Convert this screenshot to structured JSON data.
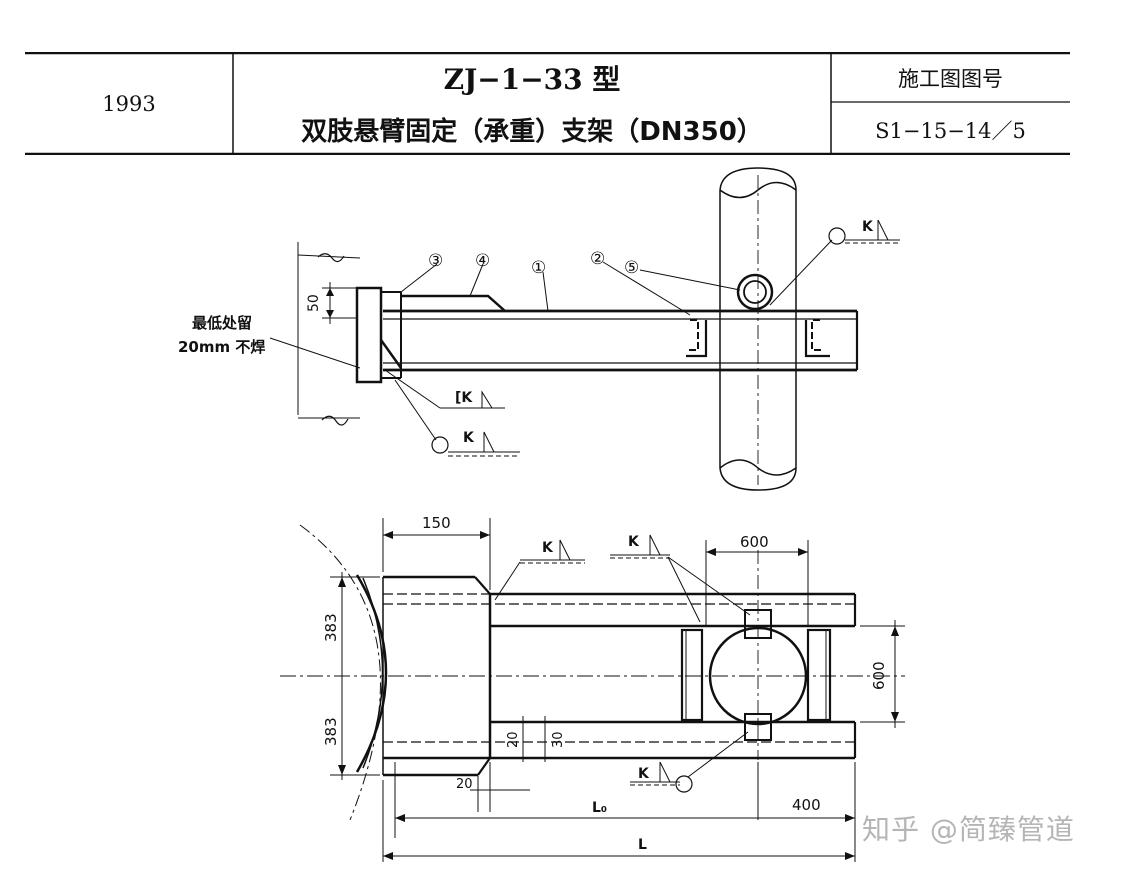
{
  "title_block": {
    "year": "1993",
    "model": "ZJ−1−33 型",
    "description": "双肢悬臂固定（承重）支架（DN350）",
    "header_label": "施工图图号",
    "drawing_number": "S1−15−14／5"
  },
  "callouts": {
    "c1": "①",
    "c2": "②",
    "c3": "③",
    "c4": "④",
    "c5": "⑤"
  },
  "notes": {
    "line1": "最低处留",
    "line2": "20mm 不焊"
  },
  "weld_symbols": {
    "k": "K",
    "k_bracket": "[K"
  },
  "dimensions": {
    "d50": "50",
    "d150": "150",
    "d600_top": "600",
    "d600_side": "600",
    "d383_upper": "383",
    "d383_lower": "383",
    "d20_a": "20",
    "d30": "30",
    "d20_b": "20",
    "d400": "400",
    "l0": "L₀",
    "l": "L"
  },
  "watermark": "知乎 @简臻管道"
}
